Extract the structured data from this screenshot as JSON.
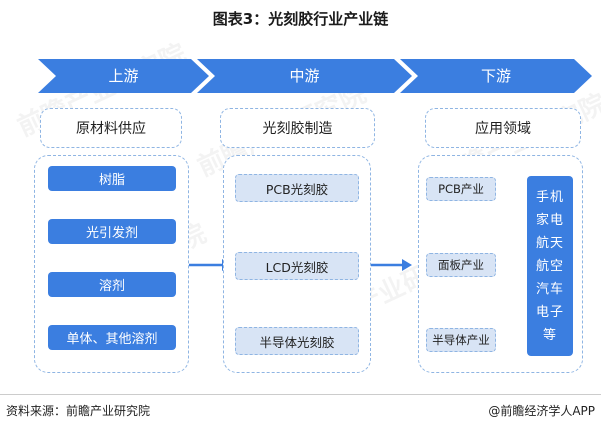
{
  "title": "图表3：光刻胶行业产业链",
  "stages": {
    "upstream": {
      "label": "上游",
      "header": "原材料供应",
      "items": [
        "树脂",
        "光引发剂",
        "溶剂",
        "单体、其他溶剂"
      ]
    },
    "midstream": {
      "label": "中游",
      "header": "光刻胶制造",
      "items": [
        "PCB光刻胶",
        "LCD光刻胶",
        "半导体光刻胶"
      ]
    },
    "downstream": {
      "label": "下游",
      "header": "应用领域",
      "items": [
        "PCB产业",
        "面板产业",
        "半导体产业"
      ],
      "applications": [
        "手机",
        "家电",
        "航天",
        "航空",
        "汽车",
        "电子",
        "等"
      ]
    }
  },
  "watermark": "前瞻产业研究院",
  "footer": {
    "source": "资料来源：前瞻产业研究院",
    "brand": "@前瞻经济学人APP"
  },
  "colors": {
    "banner": "#3b7ee0",
    "item_blue": "#3b7ee0",
    "item_light": "#d8e4f5",
    "dashed_border": "#8fb5e3"
  }
}
